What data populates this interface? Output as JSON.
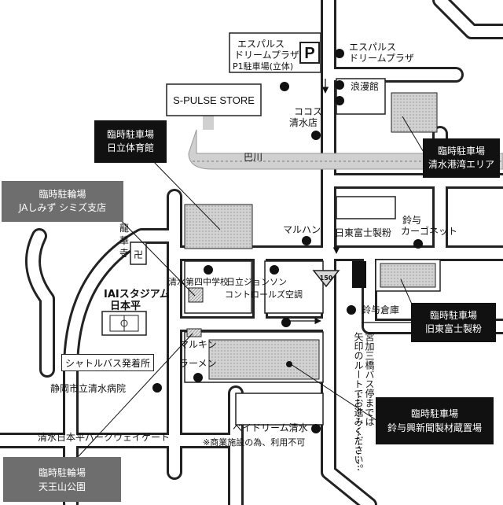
{
  "landmarks": {
    "s_pulse_dream_plaza_lot": [
      "エスパルス",
      "ドリームプラザ",
      "P1駐車場(立体)"
    ],
    "parking_mark": "P",
    "s_pulse_dream_plaza": [
      "エスパルス",
      "ドリームプラザ"
    ],
    "roumankan": "浪漫館",
    "s_pulse_store": "S-PULSE STORE",
    "cocos": [
      "ココス",
      "清水店"
    ],
    "tomoegawa": "巴川",
    "maruhan": "マルハン",
    "nitto_fuji": "日東富士製粉",
    "suzuyo_cargo": [
      "鈴与",
      "カーゴネット"
    ],
    "ryugeji": [
      "龍",
      "華",
      "寺"
    ],
    "temple_mark": "卍",
    "shimizu_4th_jhs": "清水第四中学校",
    "hitachi_jc": [
      "日立ジョンソン",
      "コントロールズ空調"
    ],
    "stadium": [
      "IAIスタジアム",
      "日本平"
    ],
    "suzuyo_warehouse": "鈴与倉庫",
    "shuttle_stop": "シャトルバス発着所",
    "marukin": [
      "マルキン",
      "ラーメン"
    ],
    "miyakami_note": [
      "宮加三橋バス停までは",
      "矢印のルートでお進みください。"
    ],
    "hospital": "静岡市立清水病院",
    "parkway_gate": "清水日本平パークウェイゲート",
    "baydream": "ベイドリーム清水",
    "baydream_note": "※商業施設の為、利用不可",
    "route_sign": "150"
  },
  "callouts": {
    "hitachi_gym": [
      "臨時駐車場",
      "日立体育館"
    ],
    "ja_shimizu": [
      "臨時駐輪場",
      "JAしみず シミズ支店"
    ],
    "port_area": [
      "臨時駐車場",
      "清水港湾エリア"
    ],
    "former_nitto": [
      "臨時駐車場",
      "旧東富士製粉"
    ],
    "suzuyo_paper": [
      "臨時駐車場",
      "鈴与興新聞製材蔵置場"
    ],
    "tennozan": [
      "臨時駐輪場",
      "天王山公園"
    ]
  },
  "colors": {
    "road_fill": "#ffffff",
    "road_edge": "#222222",
    "lot_hatch": "#b8b8b8",
    "callout_dark": "#111111",
    "callout_gray": "#6e6e6e",
    "marker": "#111111"
  }
}
